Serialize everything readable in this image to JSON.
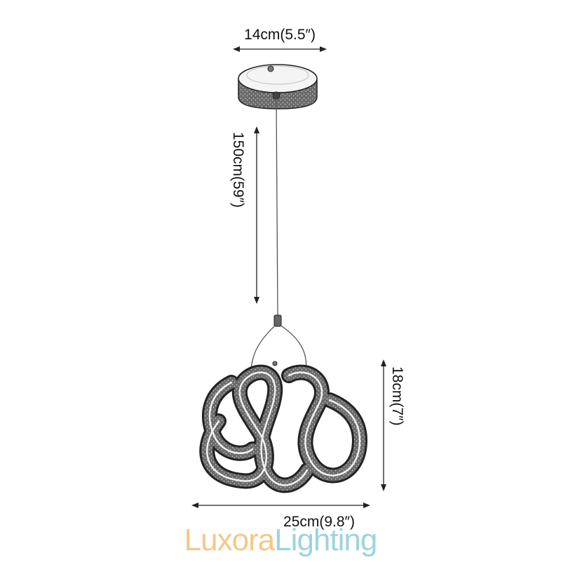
{
  "dimensions": {
    "canopy_width": "14cm(5.5″)",
    "cable_length": "150cm(59″)",
    "fixture_height": "18cm(7″)",
    "fixture_width": "25cm(9.8″)"
  },
  "watermark": {
    "part1": "Luxora",
    "part2": "Lighting",
    "color1": "#f2c98a",
    "color2": "#9dd3e0"
  },
  "colors": {
    "line": "#222222",
    "fill_shadow": "#555555"
  }
}
